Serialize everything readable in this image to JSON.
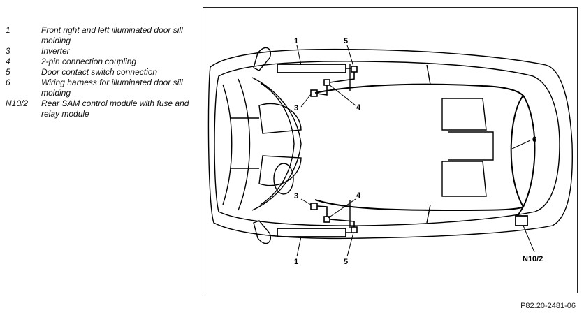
{
  "legend": [
    {
      "num": "1",
      "text": "Front right and left illuminated door sill molding"
    },
    {
      "num": "3",
      "text": "Inverter"
    },
    {
      "num": "4",
      "text": "2-pin connection coupling"
    },
    {
      "num": "5",
      "text": "Door contact switch connection"
    },
    {
      "num": "6",
      "text": "Wiring harness for illuminated door sill molding"
    },
    {
      "num": "N10/2",
      "text": "Rear SAM control module with fuse and relay module"
    }
  ],
  "callouts": {
    "top_1": "1",
    "top_5": "5",
    "top_3": "3",
    "top_4": "4",
    "bottom_3": "3",
    "bottom_4": "4",
    "bottom_1": "1",
    "bottom_5": "5",
    "label_6": "6",
    "label_n102": "N10/2"
  },
  "caption": "P82.20-2481-06"
}
